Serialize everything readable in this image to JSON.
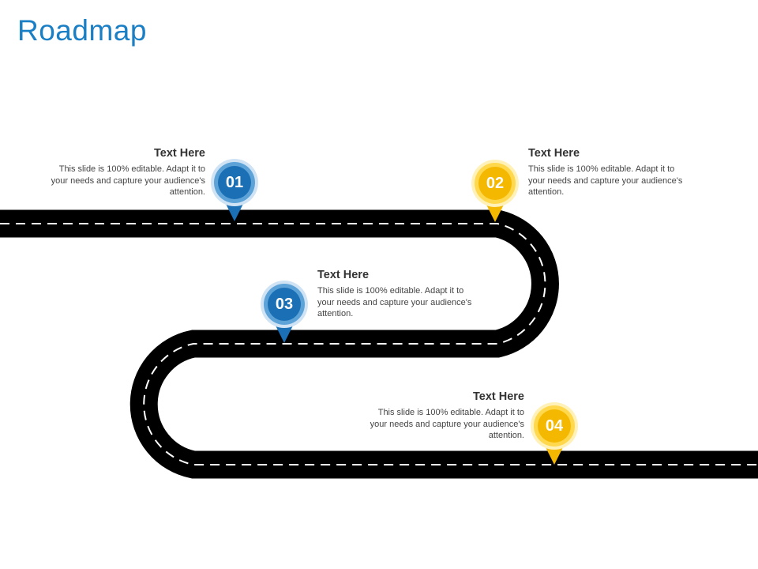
{
  "page": {
    "title": "Roadmap"
  },
  "steps": [
    {
      "number": "01",
      "heading": "Text Here",
      "body": "This slide is 100% editable. Adapt it to your needs and capture your audience's attention."
    },
    {
      "number": "02",
      "heading": "Text Here",
      "body": "This slide is 100% editable. Adapt it to your needs and capture your audience's attention."
    },
    {
      "number": "03",
      "heading": "Text Here",
      "body": "This slide is 100% editable. Adapt it to your needs and capture your audience's attention."
    },
    {
      "number": "04",
      "heading": "Text Here",
      "body": "This slide is 100% editable. Adapt it to your needs and capture your audience's attention."
    }
  ],
  "colors": {
    "title": "#1a7fc4",
    "blue": "#1a6fb5",
    "yellow": "#f5b800",
    "road": "#000000",
    "lane": "#ffffff"
  }
}
